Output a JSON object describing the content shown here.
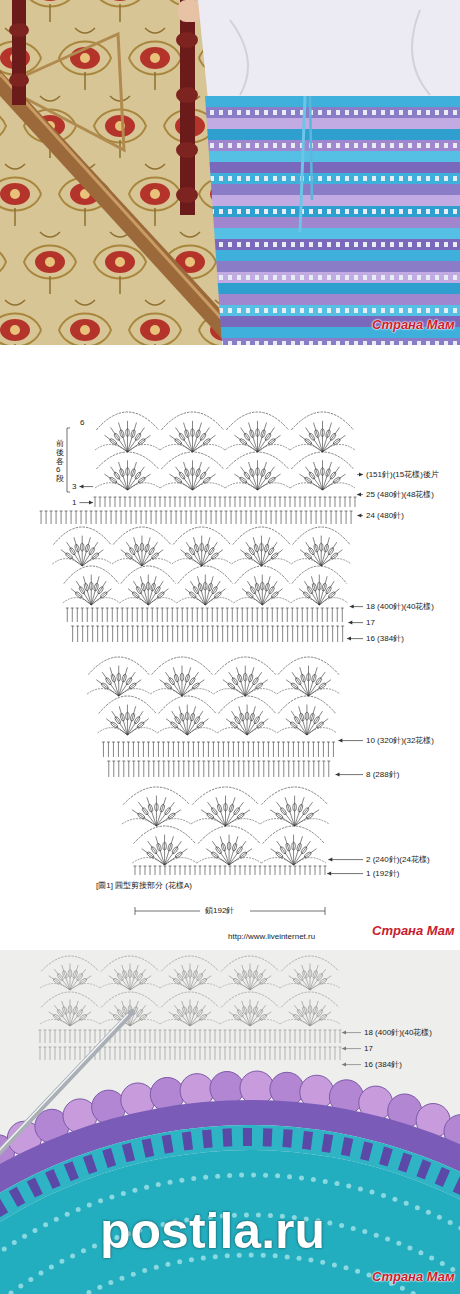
{
  "diagram": {
    "labels": [
      "Страна Мам",
      "6",
      "前後各6段",
      "3",
      "1",
      "(151針)(15花樣)後片",
      "25 (480針)(48花樣)",
      "24 (480針)",
      "18 (400針)(40花樣)",
      "17",
      "16 (384針)",
      "10 (320針)(32花樣)",
      "8 (288針)",
      "2 (240針)(24花樣)",
      "1 (192針)",
      "[圖1] 圓型剪接部分 (花樣A)",
      "鎖192針",
      "http://www.liveinternet.ru",
      "Страна Мам",
      "18 (400針)(40花樣)",
      "17",
      "16 (384針)",
      "Страна Мам",
      "postila.ru"
    ]
  }
}
